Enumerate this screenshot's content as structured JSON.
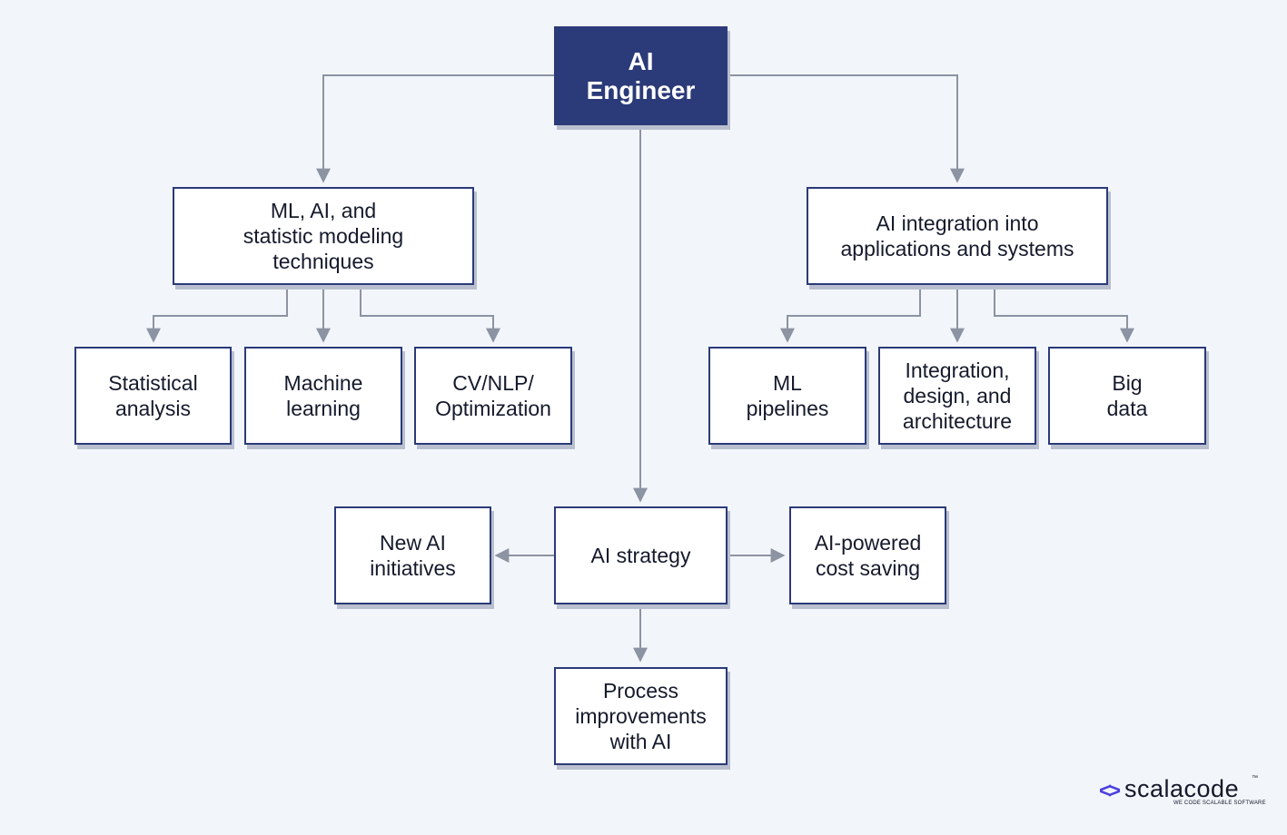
{
  "colors": {
    "background": "#f2f6fa",
    "accent": "#2b3a78",
    "connector": "#8c93a3",
    "logo_accent": "#4b3fe0"
  },
  "nodes": {
    "ai_engineer": "AI\nEngineer",
    "ml_ai_statistic": "ML, AI, and\nstatistic modeling\ntechniques",
    "ai_integration": "AI integration into\napplications and systems",
    "statistical_analysis": "Statistical\nanalysis",
    "machine_learning": "Machine\nlearning",
    "cv_nlp_optimization": "CV/NLP/\nOptimization",
    "ml_pipelines": "ML\npipelines",
    "integration_design_architecture": "Integration,\ndesign, and\narchitecture",
    "big_data": "Big\ndata",
    "ai_strategy": "AI strategy",
    "new_ai_initiatives": "New AI\ninitiatives",
    "ai_powered_cost_saving": "AI-powered\ncost saving",
    "process_improvements": "Process\nimprovements\nwith AI"
  },
  "logo": {
    "icon": "code-brackets-icon",
    "name": "scalacode",
    "trademark": "™",
    "tagline": "WE CODE SCALABLE SOFTWARE"
  }
}
